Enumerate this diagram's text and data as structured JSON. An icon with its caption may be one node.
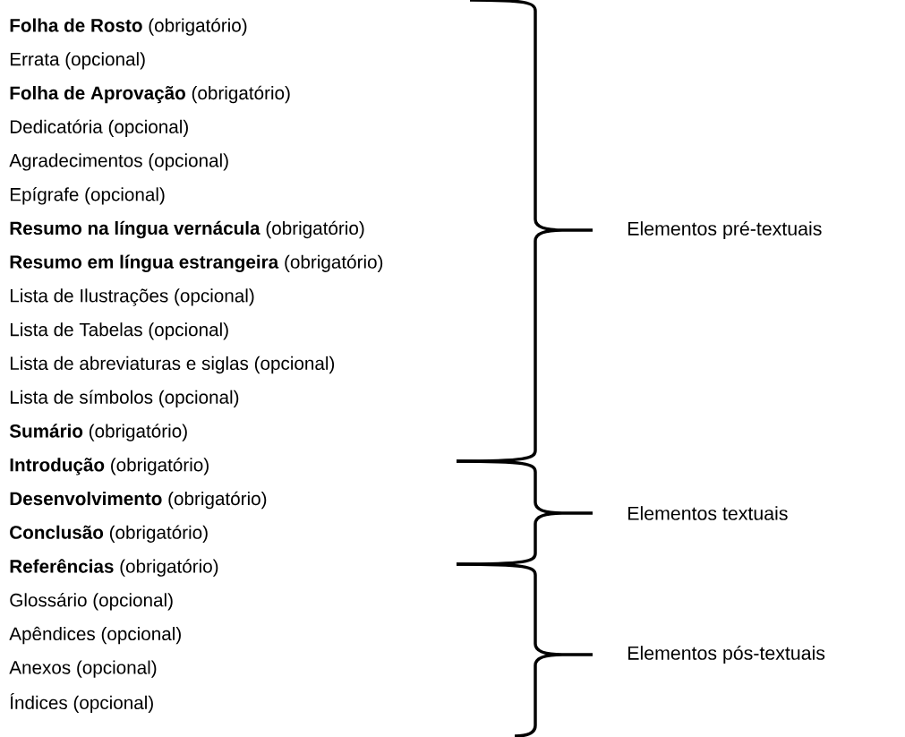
{
  "diagram": {
    "labels": [
      "**Folha de Rosto** (obrigatório)",
      "Errata (opcional)",
      "**Folha de Aprovação** (obrigatório)",
      "Dedicatória (opcional)",
      "Agradecimentos (opcional)",
      "Epígrafe (opcional)",
      "**Resumo na língua vernácula** (obrigatório)",
      "Elementos pré-textuais",
      "**Resumo em língua estrangeira** (obrigatório)",
      "Lista de Ilustrações (opcional)",
      "Lista de Tabelas (opcional)",
      "Lista de abreviaturas e siglas (opcional)",
      "Lista de símbolos (opcional)",
      "**Sumário** (obrigatório)",
      "**Introdução** (obrigatório)",
      "**Desenvolvimento** (obrigatório)",
      "Elementos textuais",
      "**Conclusão** (obrigatório)",
      "**Referências** (obrigatório)",
      "Glossário (opcional)",
      "Apêndices (opcional)",
      "Elementos pós-textuais",
      "Anexos (opcional)",
      "Índices (opcional)"
    ]
  }
}
